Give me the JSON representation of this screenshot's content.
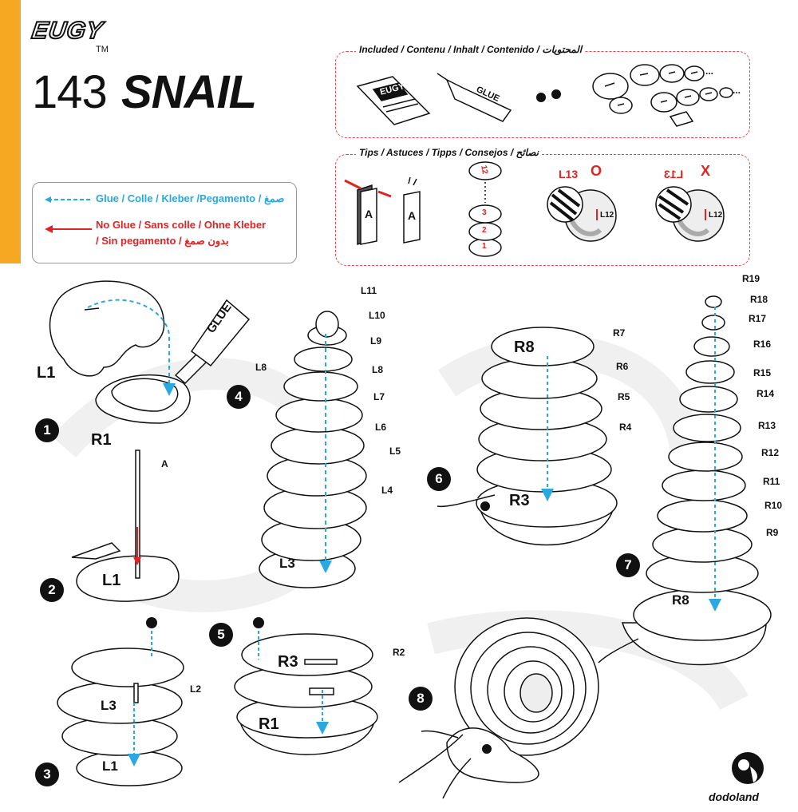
{
  "header": {
    "brand": "EUGY",
    "trademark": "TM",
    "number": "143",
    "name": "SNAIL"
  },
  "legend": {
    "glue_text": "Glue / Colle / Kleber /Pegamento / صمغ",
    "no_glue_text_1": "No Glue / Sans colle / Ohne Kleber",
    "no_glue_text_2": "/ Sin pegamento / بدون صمغ"
  },
  "included": {
    "title": "Included / Contenu / Inhalt / Contenido / المحتويات",
    "booklet_label": "EUGY",
    "glue_label": "GLUE",
    "ellipsis": "..."
  },
  "tips": {
    "title": "Tips / Astuces / Tipps / Consejos / نصائح",
    "card_letter": "A",
    "stack_numbers": [
      "12",
      "3",
      "2",
      "1"
    ],
    "correct_mark": "O",
    "wrong_mark": "X",
    "correct_part": "L13",
    "wrong_part": "L13",
    "ref_part": "L12"
  },
  "steps": [
    "1",
    "2",
    "3",
    "4",
    "5",
    "6",
    "7",
    "8"
  ],
  "step1": {
    "left": "L1",
    "right": "R1",
    "glue": "GLUE"
  },
  "step2": {
    "rod": "A",
    "piece": "L1"
  },
  "step3": {
    "top": "L3",
    "side": "L2",
    "bottom": "L1"
  },
  "step4": {
    "labels": [
      "L11",
      "L10",
      "L9",
      "L8",
      "L7",
      "L6",
      "L5",
      "L4"
    ],
    "left_label": "L8",
    "bottom": "L3"
  },
  "step5": {
    "top": "R3",
    "side": "R2",
    "bottom": "R1"
  },
  "step6": {
    "top": "R8",
    "labels": [
      "R7",
      "R6",
      "R5",
      "R4"
    ],
    "bottom": "R3"
  },
  "step7": {
    "labels": [
      "R19",
      "R18",
      "R17",
      "R16",
      "R15",
      "R14",
      "R13",
      "R12",
      "R11",
      "R10",
      "R9"
    ],
    "bottom": "R8"
  },
  "footer": {
    "logo": "dodoland"
  },
  "colors": {
    "accent": "#f7a823",
    "glue": "#2aa8e0",
    "no_glue": "#e32222",
    "tip_border": "#e5444e"
  }
}
